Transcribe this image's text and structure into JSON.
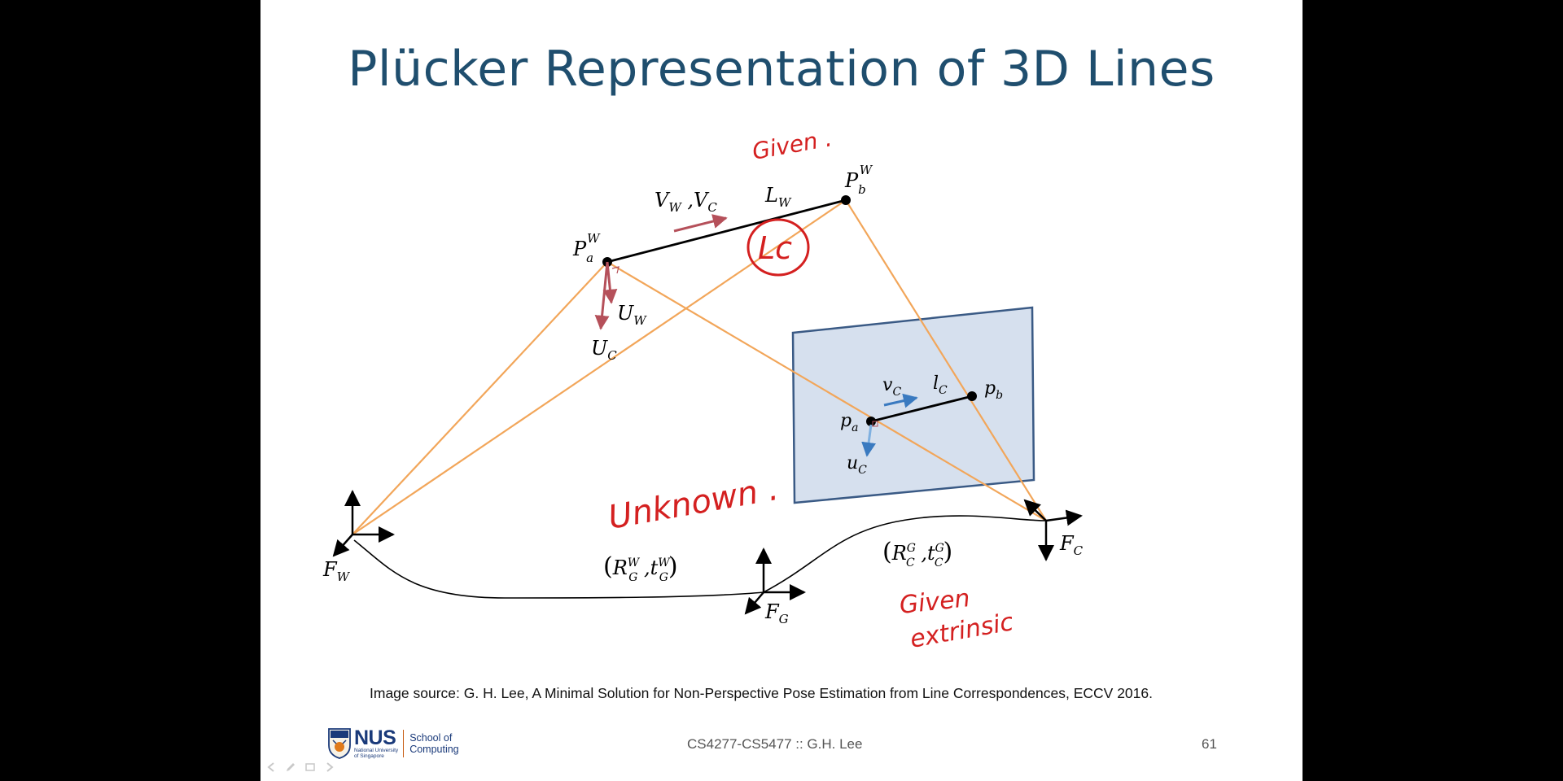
{
  "slide": {
    "title": "Plücker Representation of 3D Lines",
    "caption": "Image source: G. H. Lee, A Minimal Solution for Non-Perspective Pose Estimation from Line Correspondences, ECCV 2016.",
    "footer_course": "CS4277-CS5477 :: G.H. Lee",
    "page_number": "61"
  },
  "logo": {
    "name": "NUS",
    "tagline_line1": "National University",
    "tagline_line2": "of Singapore",
    "department": "School of Computing"
  },
  "diagram_labels": {
    "pa_upper": "P",
    "pa_upper_sub": "a",
    "pa_upper_sup": "W",
    "pb_upper": "P",
    "pb_upper_sub": "b",
    "pb_upper_sup": "W",
    "vw_vc_v1": "V",
    "vw_vc_s1": "W",
    "vw_vc_sep": " ,",
    "vw_vc_v2": "V",
    "vw_vc_s2": "C",
    "lw": "L",
    "lw_sub": "W",
    "uw": "U",
    "uw_sub": "W",
    "uc": "U",
    "uc_sub": "C",
    "vc_small": "v",
    "vc_small_sub": "C",
    "lc_small": "l",
    "lc_small_sub": "C",
    "pb_small": "p",
    "pb_small_sub": "b",
    "pa_small": "p",
    "pa_small_sub": "a",
    "uc_small": "u",
    "uc_small_sub": "C",
    "fw": "F",
    "fw_sub": "W",
    "fg": "F",
    "fg_sub": "G",
    "fc": "F",
    "fc_sub": "C",
    "rgw_open": "(",
    "rgw_r": "R",
    "rgw_r_sup": "W",
    "rgw_r_sub": "G",
    "rgw_sep": " ,",
    "rgw_t": "t",
    "rgw_t_sup": "W",
    "rgw_t_sub": "G",
    "rgw_close": ")",
    "rcg_open": "(",
    "rcg_r": "R",
    "rcg_r_sup": "G",
    "rcg_r_sub": "C",
    "rcg_sep": " ,",
    "rcg_t": "t",
    "rcg_t_sup": "G",
    "rcg_t_sub": "C",
    "rcg_close": ")"
  },
  "annotations": {
    "given_top": "Given .",
    "lc_circled": "Lc",
    "unknown": "Unknown .",
    "given_extrinsic_1": "Given",
    "given_extrinsic_2": "extrinsic"
  },
  "colors": {
    "title": "#1f4e6e",
    "ray": "#f2a65a",
    "image_plane_fill": "#d6e0ee",
    "image_plane_stroke": "#3a5a85",
    "annotation": "#d42020",
    "vector_world": "#b5505a",
    "vector_image": "#3a7ac0"
  }
}
